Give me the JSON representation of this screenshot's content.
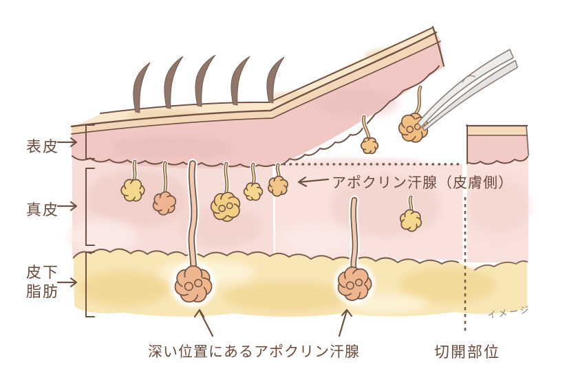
{
  "figure": {
    "description": "Watercolor anatomical cross-section of skin showing apocrine sweat glands, a lifted skin flap and tweezers removing a gland"
  },
  "labels": {
    "epidermis": "表皮",
    "dermis": "真皮",
    "subcutaneous_fat_line1": "皮下",
    "subcutaneous_fat_line2": "脂肪",
    "apocrine_gland_skin_side": "アポクリン汗腺（皮膚側）",
    "deep_apocrine_gland": "深い位置にあるアポクリン汗腺",
    "incision_site": "切開部位",
    "watermark": "イメージ"
  },
  "colors": {
    "outline_brown": "#6f5143",
    "text_brown": "#6b4a3c",
    "epidermis_cream": "#f4d7b8",
    "top_surface_cream": "#f9e7cc",
    "dermis_band_pink": "#f1c8c4",
    "dermis_light_pink": "#f7ddd8",
    "fat_yellow": "#f8e6b6",
    "gland_yellow": "#f6d78e",
    "gland_salmon": "#efb492",
    "gland_orange": "#f3bf80",
    "deep_gland_salmon": "#edb68e",
    "tweezers_gray": "#ececec",
    "dotted_line_brown": "#7a5949",
    "watermark_gray": "#8b8076"
  }
}
